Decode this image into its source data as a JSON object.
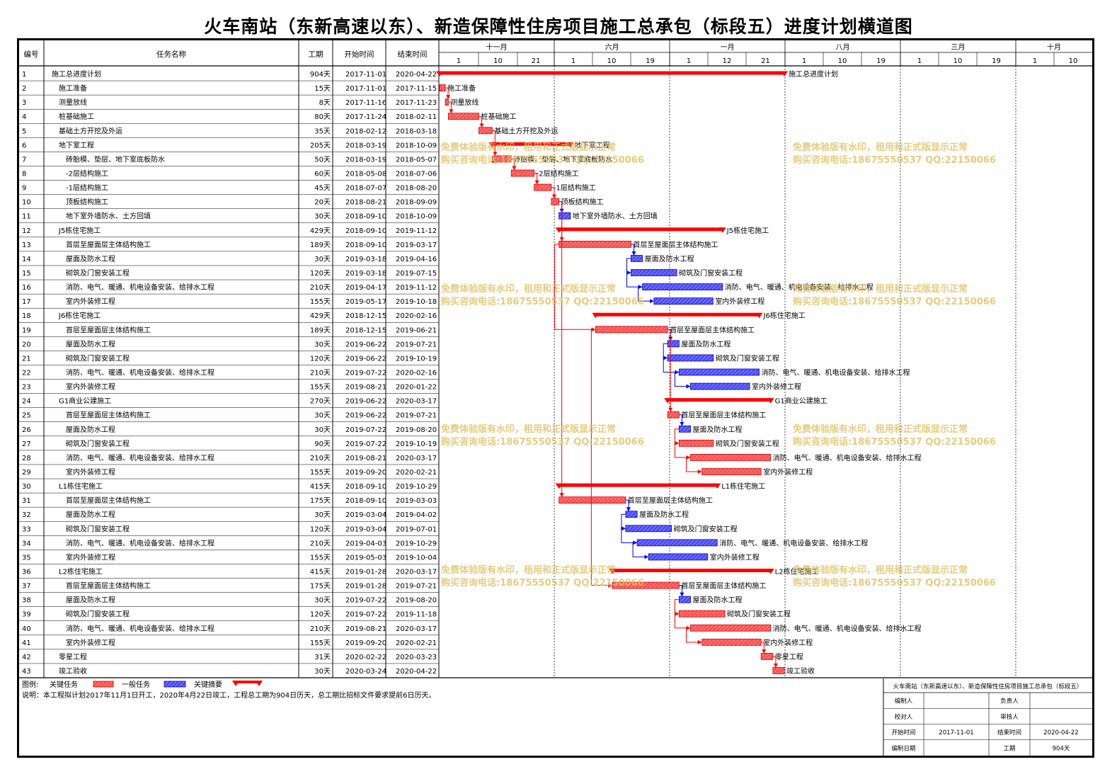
{
  "title": "火车南站（东新高速以东）、新造保障性住房项目施工总承包（标段五）进度计划横道图",
  "columns": [
    "编号",
    "任务名称",
    "工期",
    "开始时间",
    "结束时间"
  ],
  "timescale": {
    "major": [
      "十一月",
      "六月",
      "一月",
      "八月",
      "三月",
      "十月"
    ],
    "minor": [
      "1",
      "10",
      "21",
      "1",
      "10",
      "19",
      "1",
      "12",
      "21",
      "1",
      "10",
      "19",
      "1",
      "10",
      "19",
      "1",
      "10"
    ]
  },
  "chart_data": {
    "type": "gantt",
    "title": "火车南站（东新高速以东）、新造保障性住房项目施工总承包（标段五）进度计划横道图",
    "tasks": [
      {
        "id": "1",
        "name": "施工总进度计划",
        "duration": "904天",
        "start": "2017-11-01",
        "end": "2020-04-22",
        "level": 0,
        "kind": "summary-critical"
      },
      {
        "id": "2",
        "name": "施工准备",
        "duration": "15天",
        "start": "2017-11-01",
        "end": "2017-11-15",
        "level": 1,
        "kind": "critical"
      },
      {
        "id": "3",
        "name": "测量放线",
        "duration": "8天",
        "start": "2017-11-16",
        "end": "2017-11-23",
        "level": 1,
        "kind": "critical"
      },
      {
        "id": "4",
        "name": "桩基础施工",
        "duration": "80天",
        "start": "2017-11-24",
        "end": "2018-02-11",
        "level": 1,
        "kind": "critical"
      },
      {
        "id": "5",
        "name": "基础土方开挖及外运",
        "duration": "35天",
        "start": "2018-02-12",
        "end": "2018-03-18",
        "level": 1,
        "kind": "critical"
      },
      {
        "id": "6",
        "name": "地下室工程",
        "duration": "205天",
        "start": "2018-03-19",
        "end": "2018-10-09",
        "level": 1,
        "kind": "summary-critical"
      },
      {
        "id": "7",
        "name": "砖胎模、垫层、地下室底板防水",
        "duration": "50天",
        "start": "2018-03-19",
        "end": "2018-05-07",
        "level": 2,
        "kind": "critical"
      },
      {
        "id": "8",
        "name": "-2层结构施工",
        "duration": "60天",
        "start": "2018-05-08",
        "end": "2018-07-06",
        "level": 2,
        "kind": "critical"
      },
      {
        "id": "9",
        "name": "-1层结构施工",
        "duration": "45天",
        "start": "2018-07-07",
        "end": "2018-08-20",
        "level": 2,
        "kind": "critical"
      },
      {
        "id": "10",
        "name": "顶板结构施工",
        "duration": "20天",
        "start": "2018-08-21",
        "end": "2018-09-09",
        "level": 2,
        "kind": "critical"
      },
      {
        "id": "11",
        "name": "地下室外墙防水、土方回填",
        "duration": "30天",
        "start": "2018-09-10",
        "end": "2018-10-09",
        "level": 2,
        "kind": "normal"
      },
      {
        "id": "12",
        "name": "J5栋住宅施工",
        "duration": "429天",
        "start": "2018-09-10",
        "end": "2019-11-12",
        "level": 1,
        "kind": "summary-critical"
      },
      {
        "id": "13",
        "name": "首层至屋面层主体结构施工",
        "duration": "189天",
        "start": "2018-09-10",
        "end": "2019-03-17",
        "level": 2,
        "kind": "critical"
      },
      {
        "id": "14",
        "name": "屋面及防水工程",
        "duration": "30天",
        "start": "2019-03-18",
        "end": "2019-04-16",
        "level": 2,
        "kind": "normal"
      },
      {
        "id": "15",
        "name": "砌筑及门窗安装工程",
        "duration": "120天",
        "start": "2019-03-18",
        "end": "2019-07-15",
        "level": 2,
        "kind": "normal"
      },
      {
        "id": "16",
        "name": "消防、电气、暖通、机电设备安装、给排水工程",
        "duration": "210天",
        "start": "2019-04-17",
        "end": "2019-11-12",
        "level": 2,
        "kind": "normal"
      },
      {
        "id": "17",
        "name": "室内外装修工程",
        "duration": "155天",
        "start": "2019-05-17",
        "end": "2019-10-18",
        "level": 2,
        "kind": "normal"
      },
      {
        "id": "18",
        "name": "J6栋住宅施工",
        "duration": "429天",
        "start": "2018-12-15",
        "end": "2020-02-16",
        "level": 1,
        "kind": "summary-critical"
      },
      {
        "id": "19",
        "name": "首层至屋面层主体结构施工",
        "duration": "189天",
        "start": "2018-12-15",
        "end": "2019-06-21",
        "level": 2,
        "kind": "critical"
      },
      {
        "id": "20",
        "name": "屋面及防水工程",
        "duration": "30天",
        "start": "2019-06-22",
        "end": "2019-07-21",
        "level": 2,
        "kind": "normal"
      },
      {
        "id": "21",
        "name": "砌筑及门窗安装工程",
        "duration": "120天",
        "start": "2019-06-22",
        "end": "2019-10-19",
        "level": 2,
        "kind": "normal"
      },
      {
        "id": "22",
        "name": "消防、电气、暖通、机电设备安装、给排水工程",
        "duration": "210天",
        "start": "2019-07-22",
        "end": "2020-02-16",
        "level": 2,
        "kind": "normal"
      },
      {
        "id": "23",
        "name": "室内外装修工程",
        "duration": "155天",
        "start": "2019-08-21",
        "end": "2020-01-22",
        "level": 2,
        "kind": "normal"
      },
      {
        "id": "24",
        "name": "G1商业公建施工",
        "duration": "270天",
        "start": "2019-06-22",
        "end": "2020-03-17",
        "level": 1,
        "kind": "summary-critical"
      },
      {
        "id": "25",
        "name": "首层至屋面层主体结构施工",
        "duration": "30天",
        "start": "2019-06-22",
        "end": "2019-07-21",
        "level": 2,
        "kind": "critical"
      },
      {
        "id": "26",
        "name": "屋面及防水工程",
        "duration": "30天",
        "start": "2019-07-22",
        "end": "2019-08-20",
        "level": 2,
        "kind": "normal"
      },
      {
        "id": "27",
        "name": "砌筑及门窗安装工程",
        "duration": "90天",
        "start": "2019-07-22",
        "end": "2019-10-19",
        "level": 2,
        "kind": "critical"
      },
      {
        "id": "28",
        "name": "消防、电气、暖通、机电设备安装、给排水工程",
        "duration": "210天",
        "start": "2019-08-21",
        "end": "2020-03-17",
        "level": 2,
        "kind": "critical"
      },
      {
        "id": "29",
        "name": "室内外装修工程",
        "duration": "155天",
        "start": "2019-09-20",
        "end": "2020-02-21",
        "level": 2,
        "kind": "critical"
      },
      {
        "id": "30",
        "name": "L1栋住宅施工",
        "duration": "415天",
        "start": "2018-09-10",
        "end": "2019-10-29",
        "level": 1,
        "kind": "summary-critical"
      },
      {
        "id": "31",
        "name": "首层至屋面层主体结构施工",
        "duration": "175天",
        "start": "2018-09-10",
        "end": "2019-03-03",
        "level": 2,
        "kind": "critical"
      },
      {
        "id": "32",
        "name": "屋面及防水工程",
        "duration": "30天",
        "start": "2019-03-04",
        "end": "2019-04-02",
        "level": 2,
        "kind": "normal"
      },
      {
        "id": "33",
        "name": "砌筑及门窗安装工程",
        "duration": "120天",
        "start": "2019-03-04",
        "end": "2019-07-01",
        "level": 2,
        "kind": "normal"
      },
      {
        "id": "34",
        "name": "消防、电气、暖通、机电设备安装、给排水工程",
        "duration": "210天",
        "start": "2019-04-03",
        "end": "2019-10-29",
        "level": 2,
        "kind": "normal"
      },
      {
        "id": "35",
        "name": "室内外装修工程",
        "duration": "155天",
        "start": "2019-05-03",
        "end": "2019-10-04",
        "level": 2,
        "kind": "normal"
      },
      {
        "id": "36",
        "name": "L2栋住宅施工",
        "duration": "415天",
        "start": "2019-01-28",
        "end": "2020-03-17",
        "level": 1,
        "kind": "summary-critical"
      },
      {
        "id": "37",
        "name": "首层至屋面层主体结构施工",
        "duration": "175天",
        "start": "2019-01-28",
        "end": "2019-07-21",
        "level": 2,
        "kind": "critical"
      },
      {
        "id": "38",
        "name": "屋面及防水工程",
        "duration": "30天",
        "start": "2019-07-22",
        "end": "2019-08-20",
        "level": 2,
        "kind": "normal"
      },
      {
        "id": "39",
        "name": "砌筑及门窗安装工程",
        "duration": "120天",
        "start": "2019-07-22",
        "end": "2019-11-18",
        "level": 2,
        "kind": "critical"
      },
      {
        "id": "40",
        "name": "消防、电气、暖通、机电设备安装、给排水工程",
        "duration": "210天",
        "start": "2019-08-21",
        "end": "2020-03-17",
        "level": 2,
        "kind": "critical"
      },
      {
        "id": "41",
        "name": "室内外装修工程",
        "duration": "155天",
        "start": "2019-09-20",
        "end": "2020-02-21",
        "level": 2,
        "kind": "critical"
      },
      {
        "id": "42",
        "name": "零星工程",
        "duration": "31天",
        "start": "2020-02-22",
        "end": "2020-03-23",
        "level": 1,
        "kind": "critical"
      },
      {
        "id": "43",
        "name": "竣工验收",
        "duration": "30天",
        "start": "2020-03-24",
        "end": "2020-04-22",
        "level": 1,
        "kind": "critical"
      }
    ],
    "colors": {
      "critical": "#ff5050",
      "normal": "#4a4aff",
      "summary": "#ff0000",
      "link_red": "#ff0000",
      "link_blue": "#0000ff"
    }
  },
  "legend": {
    "label": "图例:",
    "critical": "关键任务",
    "normal": "一般任务",
    "summary": "关键摘要",
    "note": "说明：本工程拟计划2017年11月1日开工，2020年4月22日竣工，工程总工期为904日历天，总工期比招标文件要求提前6日历天。"
  },
  "info_box": {
    "title": "火车南站（东新高速以东）、新造保障性住房项目施工总承包（标段五）",
    "rows": [
      [
        "编制人",
        "",
        "负责人",
        ""
      ],
      [
        "校对人",
        "",
        "审核人",
        ""
      ],
      [
        "开始时间",
        "2017-11-01",
        "结束时间",
        "2020-04-22"
      ],
      [
        "编制日期",
        "",
        "工期",
        "904天"
      ]
    ]
  },
  "watermark": {
    "line1": "免费体验版有水印，租用和正式版显示正常",
    "line2": "购买咨询电话:18675550537 QQ:22150066"
  }
}
